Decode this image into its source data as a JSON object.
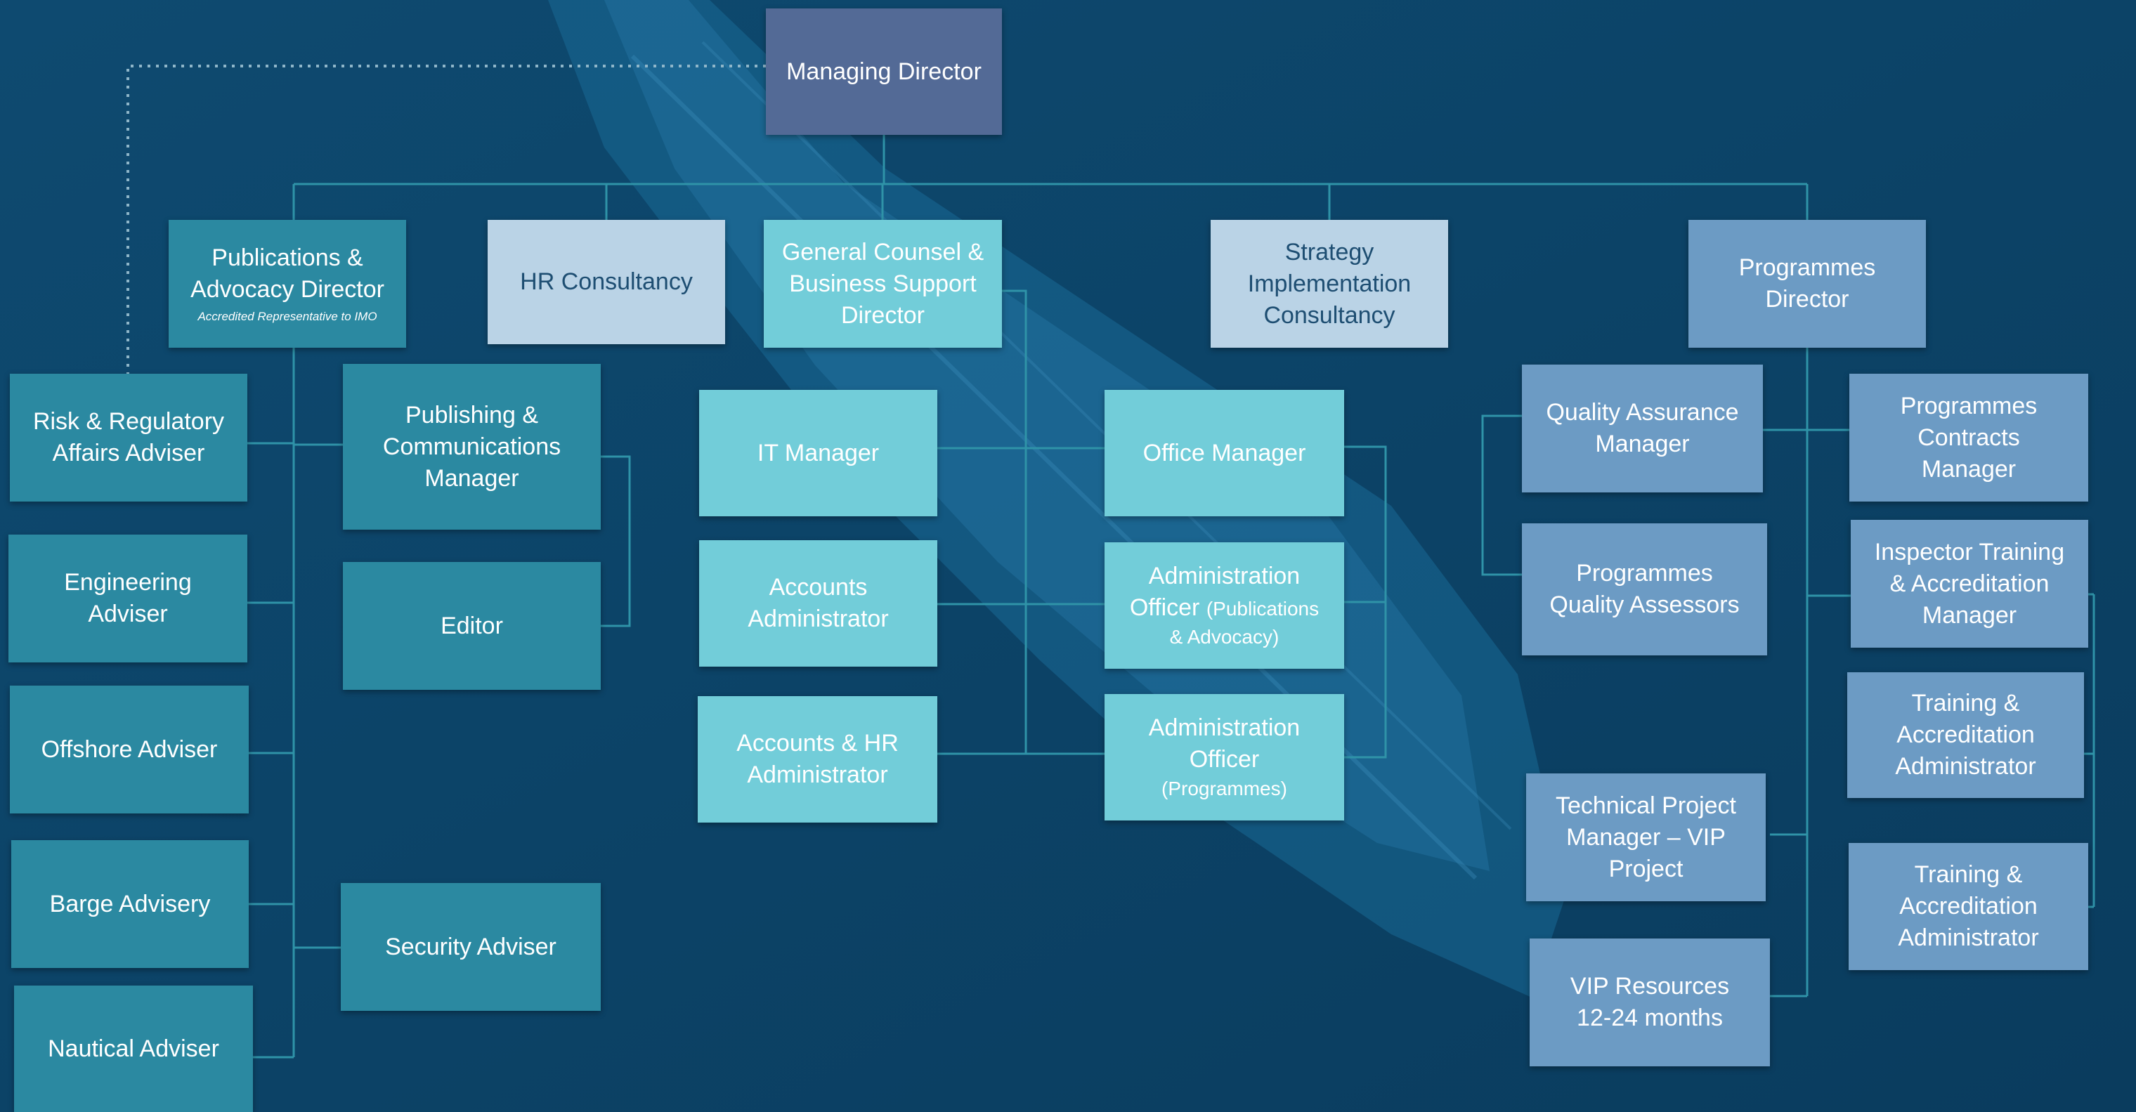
{
  "colors": {
    "background": "#0c4468",
    "connector": "#2f93a8",
    "managing_director": "#536a96",
    "advisers": "#2b89a1",
    "support": "#72cdd9",
    "consultancy": "#bad3e6",
    "programmes": "#6c9bc4"
  },
  "org_chart": {
    "managing_director": "Managing Director",
    "publications_director": {
      "title": [
        "Publications &",
        "Advocacy Director"
      ],
      "note": "Accredited Representative to IMO"
    },
    "hr_consultancy": "HR Consultancy",
    "general_counsel": [
      "General Counsel &",
      "Business Support",
      "Director"
    ],
    "strategy_consultancy": [
      "Strategy",
      "Implementation",
      "Consultancy"
    ],
    "programmes_director": [
      "Programmes",
      "Director"
    ],
    "risk_adviser": [
      "Risk & Regulatory",
      "Affairs Adviser"
    ],
    "engineering_adviser": [
      "Engineering",
      "Adviser"
    ],
    "offshore_adviser": "Offshore Adviser",
    "barge_advisery": "Barge Advisery",
    "nautical_adviser": "Nautical Adviser",
    "publishing_manager": [
      "Publishing &",
      "Communications",
      "Manager"
    ],
    "editor": "Editor",
    "security_adviser": "Security Adviser",
    "it_manager": "IT Manager",
    "accounts_administrator": [
      "Accounts",
      "Administrator"
    ],
    "accounts_hr_administrator": [
      "Accounts & HR",
      "Administrator"
    ],
    "office_manager": "Office Manager",
    "admin_officer_publications": {
      "line1": "Administration",
      "line2": "Officer",
      "line2_small": "(Publications",
      "line3": "& Advocacy)"
    },
    "admin_officer_programmes": {
      "line1": "Administration",
      "line2": "Officer",
      "line3": "(Programmes)"
    },
    "quality_assurance_manager": [
      "Quality Assurance",
      "Manager"
    ],
    "programmes_quality_assessors": [
      "Programmes",
      "Quality Assessors"
    ],
    "technical_project_manager": [
      "Technical Project",
      "Manager – VIP",
      "Project"
    ],
    "vip_resources": [
      "VIP Resources",
      "12-24 months"
    ],
    "programmes_contracts_manager": [
      "Programmes",
      "Contracts",
      "Manager"
    ],
    "inspector_training_manager": [
      "Inspector Training",
      "& Accreditation",
      "Manager"
    ],
    "training_admin_1": [
      "Training &",
      "Accreditation",
      "Administrator"
    ],
    "training_admin_2": [
      "Training &",
      "Accreditation",
      "Administrator"
    ]
  }
}
